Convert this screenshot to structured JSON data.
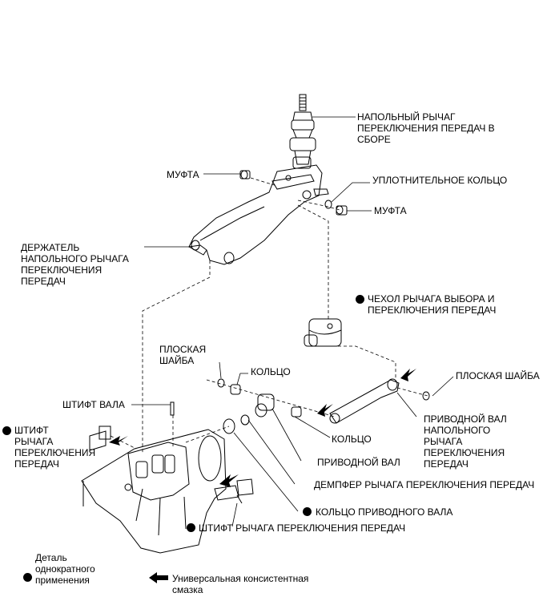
{
  "labels": {
    "floor_shift_lever": "НАПОЛЬНЫЙ РЫЧАГ\nПЕРЕКЛЮЧЕНИЯ ПЕРЕДАЧ В\nСБОРЕ",
    "bushing_left": "МУФТА",
    "o_ring": "УПЛОТНИТЕЛЬНОЕ КОЛЬЦО",
    "bushing_right": "МУФТА",
    "retainer": "ДЕРЖАТЕЛЬ\nНАПОЛЬНОГО РЫЧАГА\nПЕРЕКЛЮЧЕНИЯ\nПЕРЕДАЧ",
    "boot": "ЧЕХОЛ РЫЧАГА ВЫБОРА И\nПЕРЕКЛЮЧЕНИЯ ПЕРЕДАЧ",
    "flat_washer_left": "ПЛОСКАЯ\nШАЙБА",
    "ring_left": "КОЛЬЦО",
    "flat_washer_right": "ПЛОСКАЯ ШАЙБА",
    "shaft_pin": "ШТИФТ ВАЛА",
    "drive_shaft_assy": "ПРИВОДНОЙ ВАЛ\nНАПОЛЬНОГО\nРЫЧАГА\nПЕРЕКЛЮЧЕНИЯ\nПЕРЕДАЧ",
    "lever_pin_left": "ШТИФТ\nРЫЧАГА\nПЕРЕКЛЮЧЕНИЯ\nПЕРЕДАЧ",
    "ring_middle": "КОЛЬЦО",
    "drive_shaft": "ПРИВОДНОЙ ВАЛ",
    "damper": "ДЕМПФЕР РЫЧАГА ПЕРЕКЛЮЧЕНИЯ ПЕРЕДАЧ",
    "drive_shaft_ring": "КОЛЬЦО ПРИВОДНОГО ВАЛА",
    "lever_pin_bottom": "ШТИФТ РЫЧАГА ПЕРЕКЛЮЧЕНИЯ ПЕРЕДАЧ"
  },
  "legend": {
    "non_reusable": "Деталь\nоднократного\nприменения",
    "grease": "Универсальная консистентная\nсмазка"
  }
}
